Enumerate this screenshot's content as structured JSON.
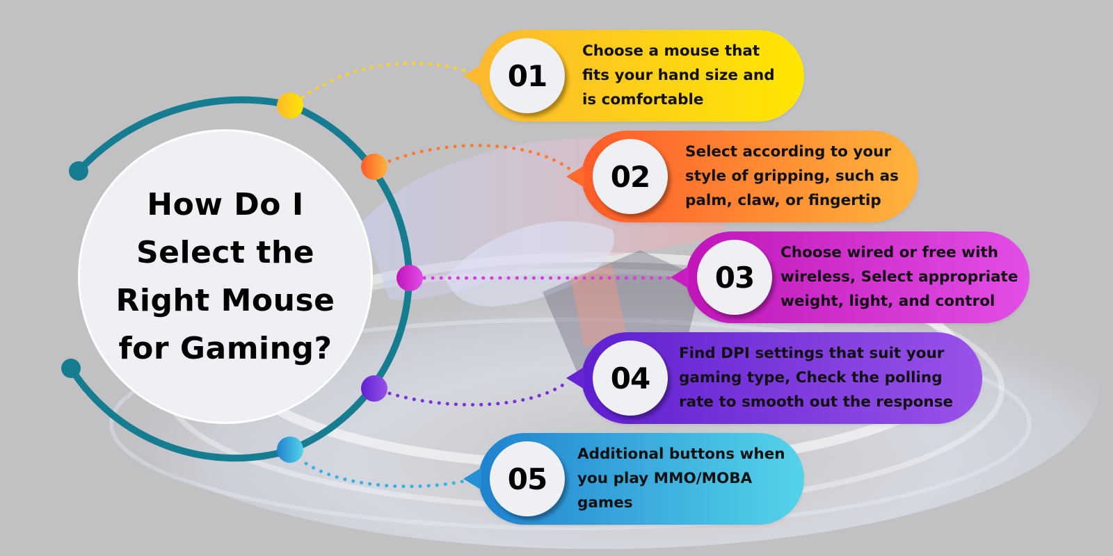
{
  "title": "How Do I Select the Right Mouse for Gaming?",
  "colors": {
    "background": "#c1c1c3",
    "ring": "#167d91",
    "center_fill": "#eef0f4"
  },
  "steps": [
    {
      "number": "01",
      "text_lines": [
        "Choose a mouse that",
        "fits your hand size and",
        "is comfortable"
      ],
      "color_start": "#fdb92f",
      "color_end": "#ffe600"
    },
    {
      "number": "02",
      "text_lines": [
        "Select according to your",
        "style of gripping, such as",
        "palm, claw, or fingertip"
      ],
      "color_start": "#ff5a28",
      "color_end": "#ffb43c"
    },
    {
      "number": "03",
      "text_lines": [
        "Choose wired or free with",
        "wireless, Select appropriate",
        "weight, light, and control"
      ],
      "color_start": "#c015b8",
      "color_end": "#e24ee6"
    },
    {
      "number": "04",
      "text_lines": [
        "Find DPI settings that suit your",
        "gaming type, Check the polling",
        "rate to smooth out the response"
      ],
      "color_start": "#5e1fd0",
      "color_end": "#9a52e8"
    },
    {
      "number": "05",
      "text_lines": [
        "Additional buttons when",
        "you play MMO/MOBA",
        "games"
      ],
      "color_start": "#1f82cf",
      "color_end": "#55d3ea"
    }
  ]
}
